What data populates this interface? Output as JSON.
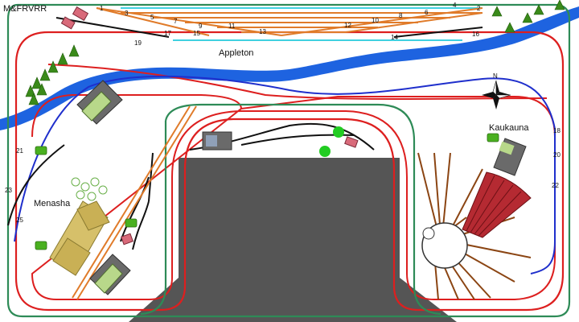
{
  "layout_title": "M&FRVRR",
  "places": {
    "appleton": "Appleton",
    "kaukauna": "Kaukauna",
    "menasha": "Menasha"
  },
  "compass_label": "N",
  "switch_numbers": [
    "1",
    "2",
    "3",
    "4",
    "5",
    "6",
    "7",
    "8",
    "9",
    "10",
    "11",
    "12",
    "13",
    "14",
    "15",
    "16",
    "17",
    "18",
    "19",
    "20",
    "21",
    "22",
    "23",
    "25"
  ],
  "colors": {
    "outer_loop": "#2e8b57",
    "main_loop": "#dd1f1f",
    "branch_line": "#1f2fcc",
    "yard_track": "#e07b2a",
    "spur_track": "#8b4513",
    "river": "#1e63e0",
    "siding": "#40d0e0",
    "benchwork_floor": "#555555"
  }
}
